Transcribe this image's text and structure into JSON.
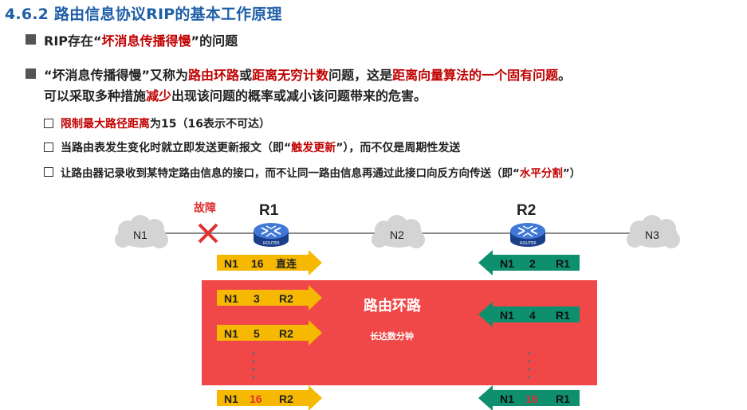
{
  "title": "4.6.2 路由信息协议RIP的基本工作原理",
  "bullet1": {
    "pre": "RIP存在“",
    "red": "坏消息传播得慢",
    "post": "”的问题"
  },
  "bullet2": {
    "s1": "“坏消息传播得慢”又称为",
    "r1": "路由环路",
    "s2": "或",
    "r2": "距离无穷计数",
    "s3": "问题，这是",
    "r3": "距离向量算法的一个固有问题",
    "s4": "。",
    "l2a": "可以采取多种措施",
    "l2r": "减少",
    "l2b": "出现该问题的概率或减小该问题带来的危害。"
  },
  "measures": [
    {
      "pre": "",
      "red": "限制最大路径距离",
      "post": "为15（16表示不可达）"
    },
    {
      "pre": "当路由表发生变化时就立即发送更新报文（即“",
      "red": "触发更新",
      "post": "”），而不仅是周期性发送"
    },
    {
      "pre": "让路由器记录收到某特定路由信息的接口，而不让同一路由信息再通过此接口向反方向传送（即“",
      "red": "水平分割",
      "post": "”）"
    }
  ],
  "diagram": {
    "networks": [
      "N1",
      "N2",
      "N3"
    ],
    "routers": [
      "R1",
      "R2"
    ],
    "router_icon_text": "ROUTER",
    "fault_label": "故障",
    "loop_label": "路由环路",
    "loop_sub": "长达数分钟",
    "r1_entries": [
      {
        "dest": "N1",
        "dist": "16",
        "next": "直连"
      },
      {
        "dest": "N1",
        "dist": "3",
        "next": "R2"
      },
      {
        "dest": "N1",
        "dist": "5",
        "next": "R2"
      },
      {
        "dest": "N1",
        "dist": "16",
        "next": "R2"
      }
    ],
    "r2_entries": [
      {
        "dest": "N1",
        "dist": "2",
        "next": "R1"
      },
      {
        "dest": "N1",
        "dist": "4",
        "next": "R1"
      },
      {
        "dest": "N1",
        "dist": "16",
        "next": "R1"
      }
    ]
  },
  "colors": {
    "title": "#1f5fa8",
    "red_text": "#c00000",
    "loop_box": "#f04848",
    "yellow_entry": "#f6b800",
    "green_entry": "#0e8f6e"
  }
}
